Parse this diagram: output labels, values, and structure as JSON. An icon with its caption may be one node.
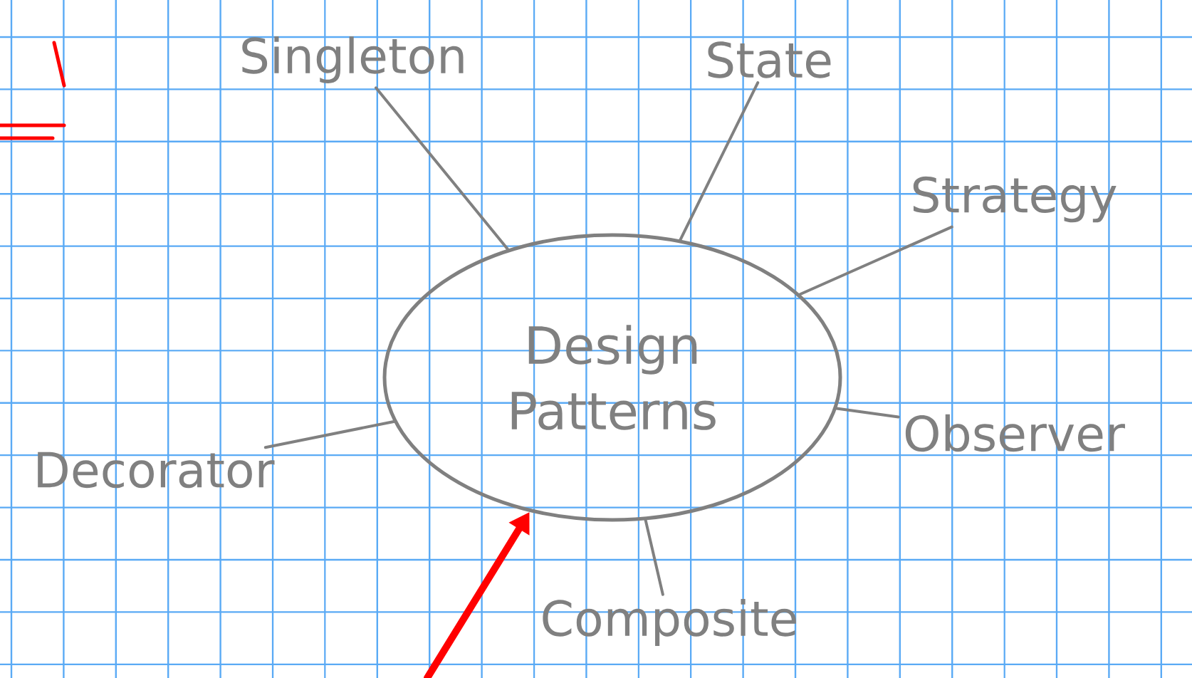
{
  "diagram": {
    "nodes": [
      {
        "text": [
          "Design Patterns"
        ]
      },
      {
        "text": [
          "Singleton"
        ]
      },
      {
        "text": [
          "State"
        ]
      },
      {
        "text": [
          "Strategy"
        ]
      },
      {
        "text": [
          "Observer"
        ]
      },
      {
        "text": [
          "Composite"
        ]
      },
      {
        "text": [
          "Decorator"
        ]
      }
    ],
    "edges": [
      {
        "from": 0,
        "to": 1,
        "arrow": "none"
      },
      {
        "from": 0,
        "to": 2,
        "arrow": "none"
      },
      {
        "from": 0,
        "to": 3,
        "arrow": "none"
      },
      {
        "from": 0,
        "to": 4,
        "arrow": "none"
      },
      {
        "from": 0,
        "to": 5,
        "arrow": "none"
      },
      {
        "from": 0,
        "to": 6,
        "arrow": "none"
      },
      {
        "from": null,
        "to": 0,
        "arrow": "to",
        "style": "thick",
        "color": "#ff0000"
      }
    ]
  }
}
